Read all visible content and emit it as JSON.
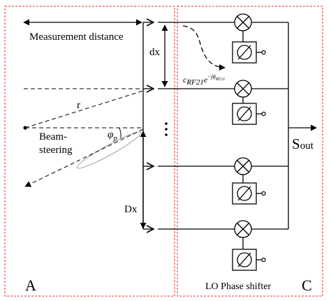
{
  "panels": {
    "a_label": "A",
    "c_label": "C"
  },
  "labels": {
    "measurement_distance": "Measurement distance",
    "dx": "dx",
    "Dx": "Dx",
    "r": "r",
    "phi_p": "φ",
    "phi_p_sub": "p",
    "beam": "Beam-",
    "steering": "steering",
    "coefficient": "c",
    "coefficient_sub": "RF21",
    "exponent": "e",
    "exponent_sup": "−jϕ",
    "exponent_sup_sub": "RF21",
    "dots": "⋮",
    "s_out": "S",
    "s_out_sub": "out",
    "lo_phase_shifter": "LO Phase shifter"
  },
  "colors": {
    "panel_border": "#e0302a",
    "ellipse": "#9a9a9a",
    "line": "#000000"
  }
}
